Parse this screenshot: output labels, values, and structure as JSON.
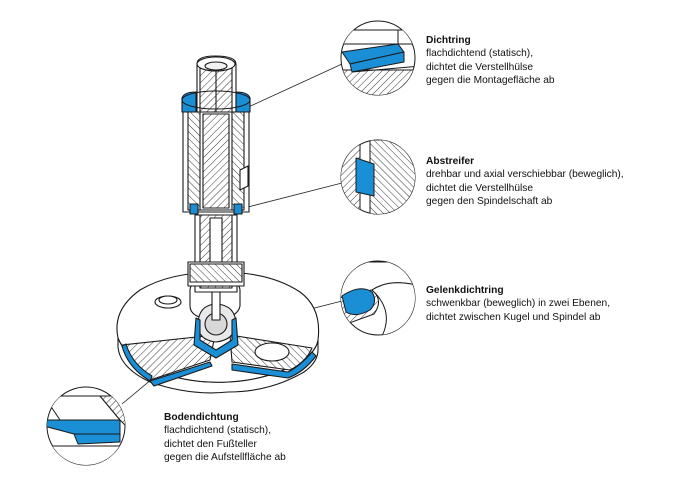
{
  "colors": {
    "seal_blue": "#1a8fd6",
    "outline": "#1a1a1a",
    "background": "#ffffff",
    "part_fill": "#ffffff",
    "shade": "#f2f2f2"
  },
  "callouts": [
    {
      "id": "dichtring",
      "title": "Dichtring",
      "lines": [
        "flachdichtend (statisch),",
        "dichtet die Verstellhülse",
        "gegen die Montagefläche ab"
      ]
    },
    {
      "id": "abstreifer",
      "title": "Abstreifer",
      "lines": [
        "drehbar und axial verschiebbar (beweglich),",
        "dichtet die Verstellhülse",
        "gegen den Spindelschaft ab"
      ]
    },
    {
      "id": "gelenkdichtring",
      "title": "Gelenkdichtring",
      "lines": [
        "schwenkbar (beweglich) in zwei Ebenen,",
        "dichtet zwischen Kugel und Spindel ab"
      ]
    },
    {
      "id": "bodendichtung",
      "title": "Bodendichtung",
      "lines": [
        "flachdichtend (statisch),",
        "dichtet den Fußteller",
        "gegen die Aufstellfläche ab"
      ]
    }
  ]
}
